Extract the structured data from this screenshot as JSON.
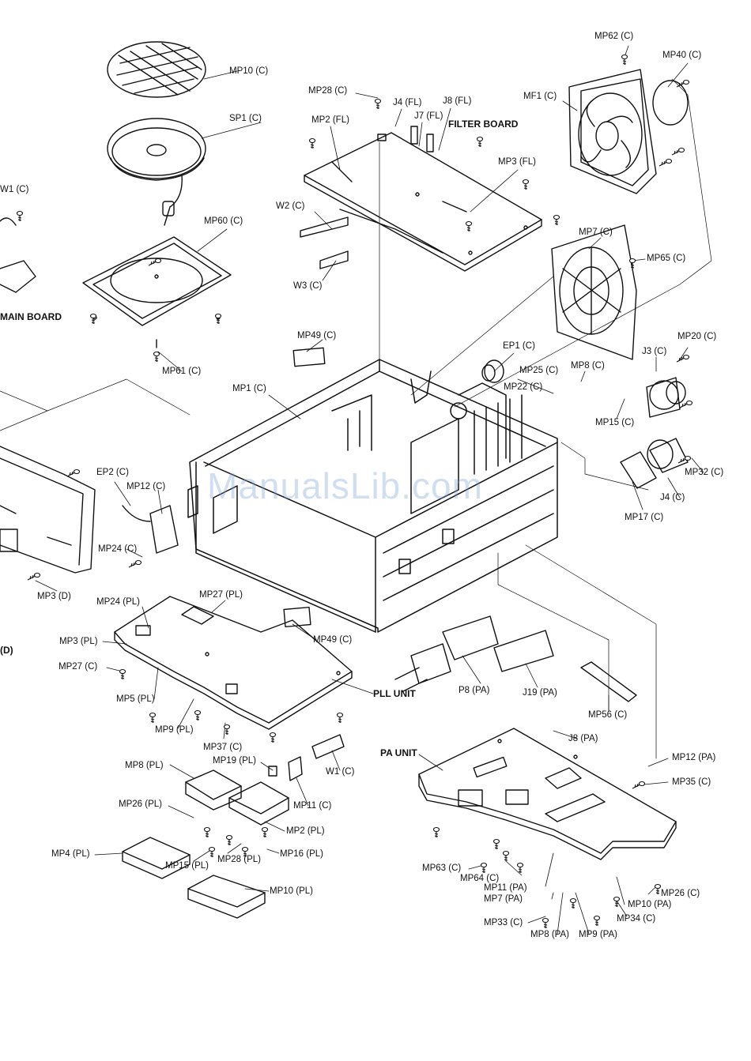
{
  "watermark": "ManualsLib.com",
  "labels": {
    "mp62c": "MP62 (C)",
    "mp40c": "MP40 (C)",
    "mp10c": "MP10 (C)",
    "mf1c": "MF1 (C)",
    "mp28c": "MP28 (C)",
    "j4fl": "J4 (FL)",
    "j8fl": "J8 (FL)",
    "j7fl": "J7 (FL)",
    "filter_board": "FILTER BOARD",
    "sp1c": "SP1 (C)",
    "mp2fl": "MP2 (FL)",
    "mp3fl": "MP3 (FL)",
    "w1c_top": "W1 (C)",
    "w2c": "W2 (C)",
    "mp60c": "MP60 (C)",
    "mp7c": "MP7 (C)",
    "mp65c": "MP65 (C)",
    "w3c": "W3 (C)",
    "main_board": "MAIN BOARD",
    "mp49c_top": "MP49 (C)",
    "mp61c": "MP61 (C)",
    "mp20c": "MP20 (C)",
    "ep1c": "EP1 (C)",
    "j3c": "J3 (C)",
    "mp25c": "MP25 (C)",
    "mp8c": "MP8 (C)",
    "mp1c": "MP1 (C)",
    "mp22c": "MP22 (C)",
    "mp15c": "MP15 (C)",
    "mp32c": "MP32 (C)",
    "ep2c": "EP2 (C)",
    "mp12c": "MP12 (C)",
    "j4c": "J4 (C)",
    "mp17c": "MP17 (C)",
    "mp24c": "MP24 (C)",
    "mp3d": "MP3 (D)",
    "mp24pl": "MP24 (PL)",
    "mp27pl": "MP27 (PL)",
    "mp3pl": "MP3 (PL)",
    "d_left": "(D)",
    "mp49c_bottom": "MP49 (C)",
    "mp27c": "MP27 (C)",
    "pll_unit": "PLL UNIT",
    "p8pa": "P8 (PA)",
    "j19pa": "J19 (PA)",
    "mp5pl": "MP5 (PL)",
    "mp56c": "MP56 (C)",
    "mp9pl": "MP9 (PL)",
    "mp37c": "MP37 (C)",
    "j8pa": "J8 (PA)",
    "pa_unit": "PA UNIT",
    "mp8pl": "MP8 (PL)",
    "mp19pl": "MP19 (PL)",
    "w1c_bottom": "W1 (C)",
    "mp12pa": "MP12 (PA)",
    "mp35c": "MP35 (C)",
    "mp26pl": "MP26 (PL)",
    "mp11c": "MP11 (C)",
    "mp2pl": "MP2 (PL)",
    "mp4pl": "MP4 (PL)",
    "mp28pl": "MP28 (PL)",
    "mp16pl": "MP16 (PL)",
    "mp15pl": "MP15 (PL)",
    "mp63c": "MP63 (C)",
    "mp64c": "MP64 (C)",
    "mp11pa": "MP11 (PA)",
    "mp26c": "MP26 (C)",
    "mp10pl": "MP10 (PL)",
    "mp7pa": "MP7 (PA)",
    "mp10pa": "MP10 (PA)",
    "mp34c": "MP34 (C)",
    "mp33c": "MP33 (C)",
    "mp8pa": "MP8 (PA)",
    "mp9pa": "MP9 (PA)"
  }
}
